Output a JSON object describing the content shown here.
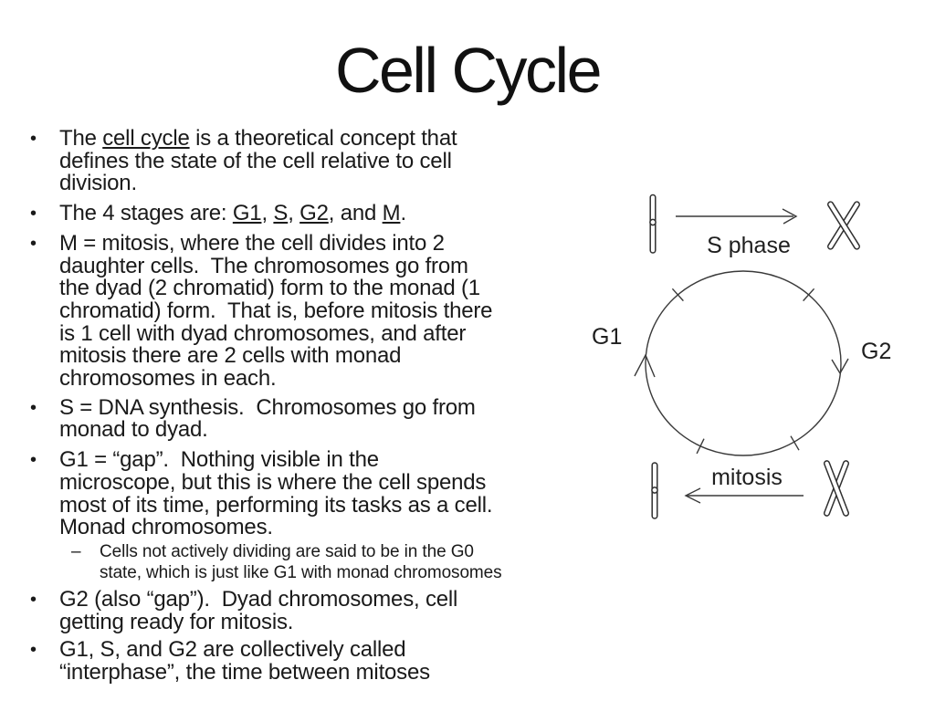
{
  "title": "Cell Cycle",
  "colors": {
    "background": "#ffffff",
    "text": "#1a1a1a",
    "line": "#3a3a3a"
  },
  "bullets": [
    {
      "level": 1,
      "marker": "•",
      "segments": [
        {
          "t": "The "
        },
        {
          "t": "cell cycle",
          "u": true
        },
        {
          "t": " is a theoretical concept that"
        },
        {
          "br": true
        },
        {
          "t": "defines the state of the cell relative to cell"
        },
        {
          "br": true
        },
        {
          "t": "division."
        }
      ]
    },
    {
      "level": 1,
      "marker": "•",
      "segments": [
        {
          "t": "The 4 stages are: "
        },
        {
          "t": "G1",
          "u": true
        },
        {
          "t": ", "
        },
        {
          "t": "S",
          "u": true
        },
        {
          "t": ", "
        },
        {
          "t": "G2",
          "u": true
        },
        {
          "t": ", and "
        },
        {
          "t": "M",
          "u": true
        },
        {
          "t": "."
        }
      ]
    },
    {
      "level": 1,
      "marker": "•",
      "segments": [
        {
          "t": "M = mitosis, where the cell divides into 2"
        },
        {
          "br": true
        },
        {
          "t": "daughter cells.  The chromosomes go from"
        },
        {
          "br": true
        },
        {
          "t": "the dyad (2 chromatid) form to the monad (1"
        },
        {
          "br": true
        },
        {
          "t": "chromatid) form.  That is, before mitosis there"
        },
        {
          "br": true
        },
        {
          "t": "is 1 cell with dyad chromosomes, and after"
        },
        {
          "br": true
        },
        {
          "t": "mitosis there are 2 cells with monad"
        },
        {
          "br": true
        },
        {
          "t": "chromosomes in each."
        }
      ]
    },
    {
      "level": 1,
      "marker": "•",
      "segments": [
        {
          "t": "S = DNA synthesis.  Chromosomes go from"
        },
        {
          "br": true
        },
        {
          "t": "monad to dyad."
        }
      ]
    },
    {
      "level": 1,
      "marker": "•",
      "segments": [
        {
          "t": "G1 = “gap”.  Nothing visible in the"
        },
        {
          "br": true
        },
        {
          "t": "microscope, but this is where the cell spends"
        },
        {
          "br": true
        },
        {
          "t": "most of its time, performing its tasks as a cell."
        },
        {
          "br": true
        },
        {
          "t": "Monad chromosomes."
        }
      ]
    },
    {
      "level": 2,
      "marker": "–",
      "segments": [
        {
          "t": "Cells not actively dividing are said to be in the G0"
        },
        {
          "br": true
        },
        {
          "t": "state, which is just like G1 with monad chromosomes"
        }
      ]
    },
    {
      "level": 1,
      "marker": "•",
      "segments": [
        {
          "t": "G2 (also “gap”).  Dyad chromosomes, cell"
        },
        {
          "br": true
        },
        {
          "t": "getting ready for mitosis."
        }
      ]
    },
    {
      "level": 1,
      "marker": "•",
      "segments": [
        {
          "t": "G1, S, and G2 are collectively called"
        },
        {
          "br": true
        },
        {
          "t": "“interphase”, the time between mitoses"
        }
      ]
    }
  ],
  "diagram": {
    "s_phase_label": "S phase",
    "mitosis_label": "mitosis",
    "g1_label": "G1",
    "g2_label": "G2",
    "icons": {
      "monad": "monad-chromosome-icon (single chromatid rod with centromere)",
      "dyad": "dyad-chromosome-icon (X-shaped 2-chromatid pair)"
    },
    "cycle_direction": "clockwise"
  }
}
